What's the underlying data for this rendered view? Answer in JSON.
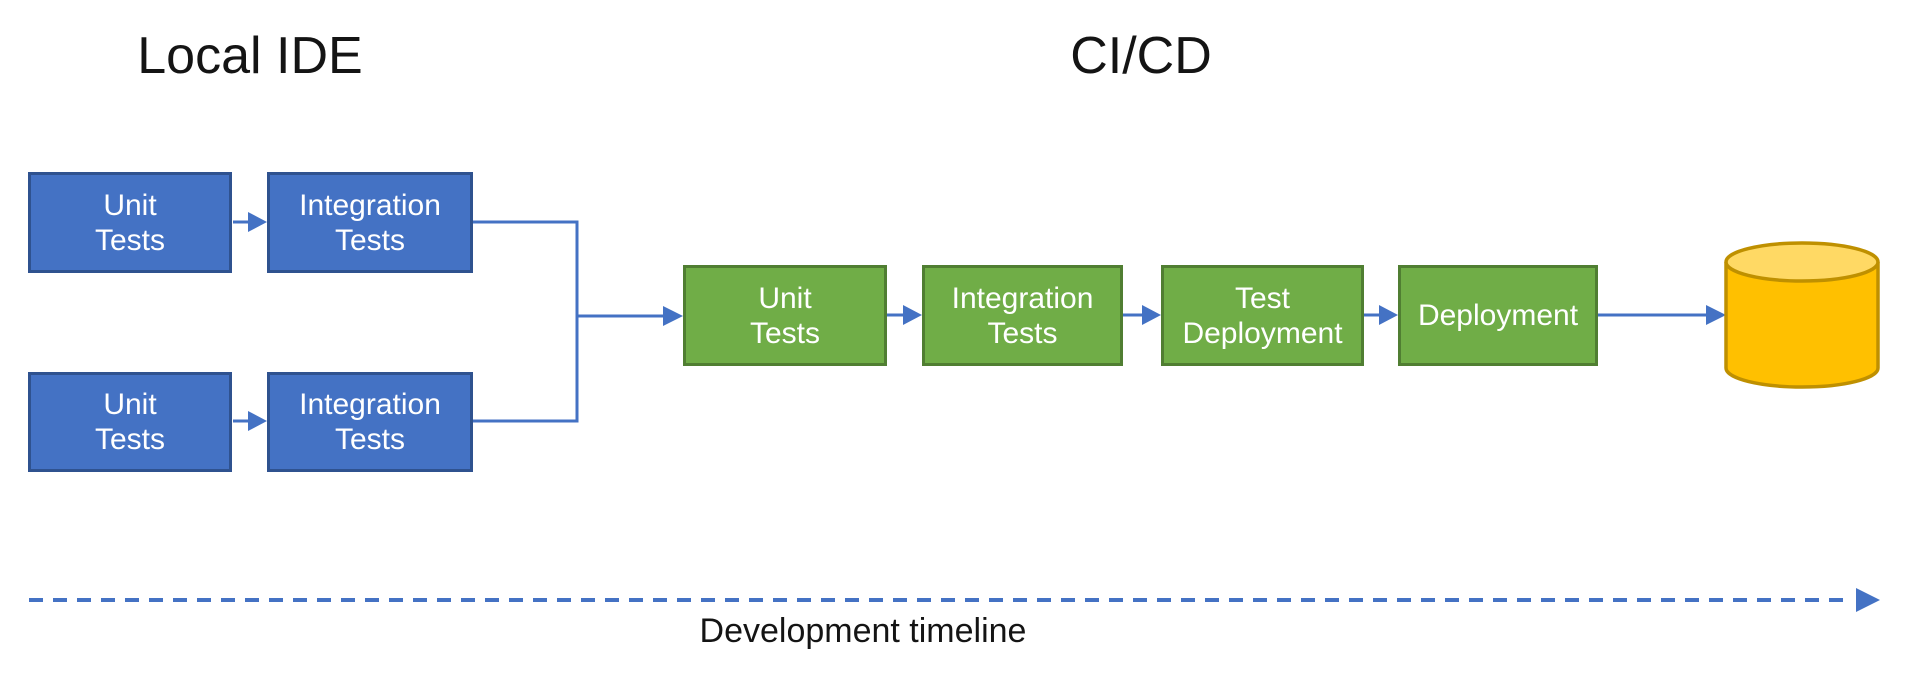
{
  "diagram": {
    "titles": {
      "local": "Local IDE",
      "cicd": "CI/CD"
    },
    "local_nodes": [
      {
        "id": "local-unit-tests-1",
        "label": "Unit\nTests"
      },
      {
        "id": "local-integration-tests-1",
        "label": "Integration\nTests"
      },
      {
        "id": "local-unit-tests-2",
        "label": "Unit\nTests"
      },
      {
        "id": "local-integration-tests-2",
        "label": "Integration\nTests"
      }
    ],
    "cicd_nodes": [
      {
        "id": "cicd-unit-tests",
        "label": "Unit\nTests"
      },
      {
        "id": "cicd-integration-tests",
        "label": "Integration\nTests"
      },
      {
        "id": "cicd-test-deployment",
        "label": "Test\nDeployment"
      },
      {
        "id": "cicd-deployment",
        "label": "Deployment"
      }
    ],
    "database_icon": "database-cylinder",
    "edges": [
      {
        "from": "local-unit-tests-1",
        "to": "local-integration-tests-1"
      },
      {
        "from": "local-unit-tests-2",
        "to": "local-integration-tests-2"
      },
      {
        "from": "local-integration-tests-1",
        "to": "cicd-unit-tests"
      },
      {
        "from": "local-integration-tests-2",
        "to": "cicd-unit-tests"
      },
      {
        "from": "cicd-unit-tests",
        "to": "cicd-integration-tests"
      },
      {
        "from": "cicd-integration-tests",
        "to": "cicd-test-deployment"
      },
      {
        "from": "cicd-test-deployment",
        "to": "cicd-deployment"
      },
      {
        "from": "cicd-deployment",
        "to": "database-cylinder"
      }
    ],
    "timeline_label": "Development timeline",
    "colors": {
      "node_blue_fill": "#4472C4",
      "node_blue_border": "#2F528F",
      "node_green_fill": "#70AD47",
      "node_green_border": "#507E32",
      "arrow_blue": "#4472C4",
      "database_body": "#FFC000",
      "database_top": "#FFD964",
      "database_border": "#BF9000",
      "text_dark": "#141414",
      "text_on_node": "#FFFFFF"
    }
  }
}
